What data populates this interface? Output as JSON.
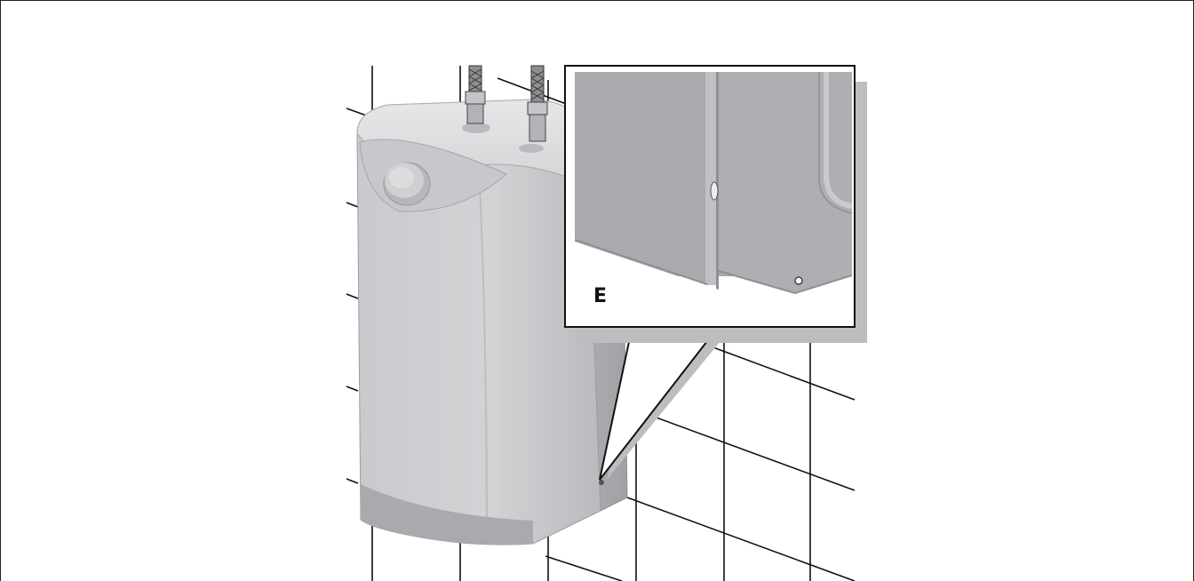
{
  "figure": {
    "callout_label": "E"
  },
  "colors": {
    "body_light": "#cfd0d2",
    "body_mid": "#b7b8bb",
    "body_dark": "#9a9b9f",
    "outline": "#111111",
    "shadow": "#bdbdbf"
  },
  "icons": {
    "water_heater": "undersink-water-heater-illustration",
    "hose": "braided-hose-illustration",
    "knob": "temperature-knob-illustration",
    "screw": "fixing-screw-illustration"
  }
}
